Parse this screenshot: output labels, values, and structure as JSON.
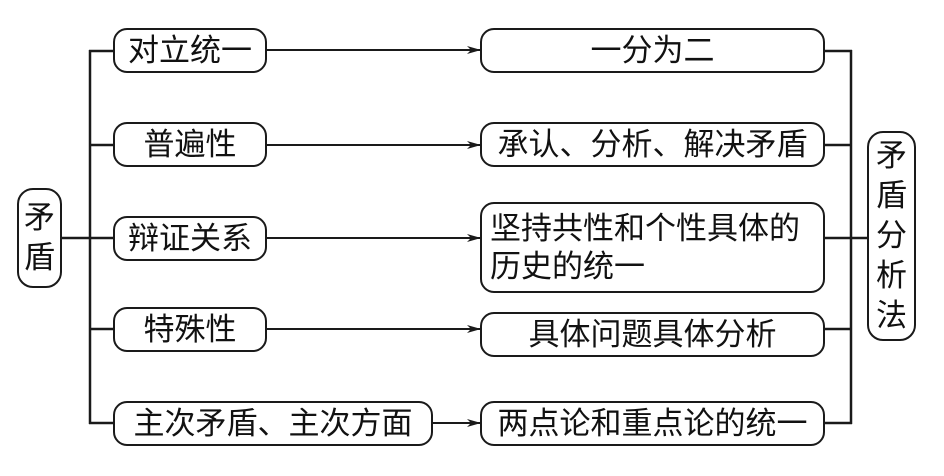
{
  "root": {
    "label": "矛盾",
    "chars": [
      "矛",
      "盾"
    ]
  },
  "result": {
    "label": "矛盾分析法",
    "chars": [
      "矛",
      "盾",
      "分",
      "析",
      "法"
    ]
  },
  "rows": [
    {
      "concept": "对立统一",
      "method": "一分为二"
    },
    {
      "concept": "普遍性",
      "method": "承认、分析、解决矛盾"
    },
    {
      "concept": "辩证关系",
      "method": "坚持共性和个性具体的历史的统一",
      "method_lines": [
        "坚持共性和个性具体的",
        "历史的统一"
      ]
    },
    {
      "concept": "特殊性",
      "method": "具体问题具体分析"
    },
    {
      "concept": "主次矛盾、主次方面",
      "method": "两点论和重点论的统一"
    }
  ]
}
